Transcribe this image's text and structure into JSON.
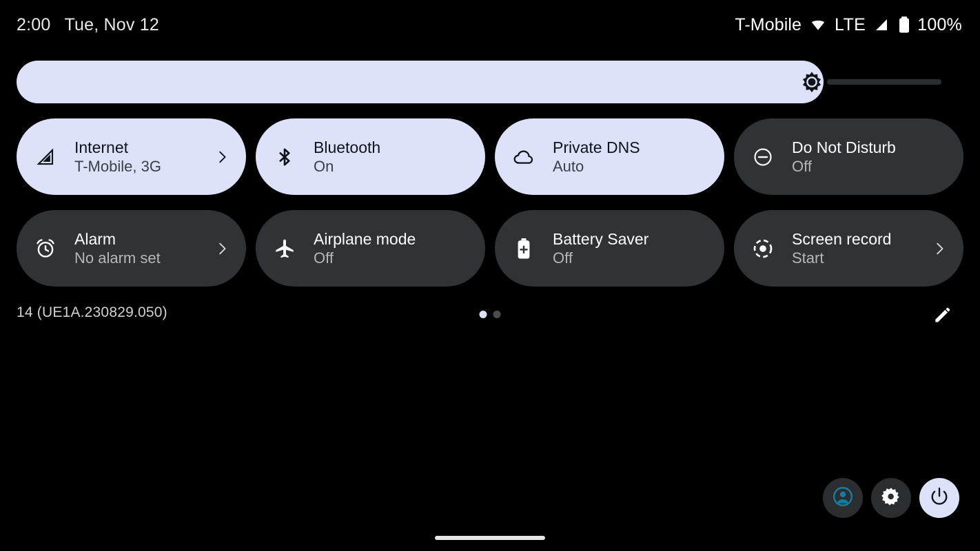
{
  "status_bar": {
    "clock": "2:00",
    "date": "Tue, Nov 12",
    "carrier": "T-Mobile",
    "network_type": "LTE",
    "battery_percent": "100%",
    "icons": [
      "wifi-icon",
      "signal-icon",
      "battery-icon"
    ]
  },
  "brightness": {
    "label": "Brightness",
    "icon": "brightness-icon",
    "value_percent": 85
  },
  "tiles": [
    {
      "title": "Internet",
      "subtitle": "T-Mobile, 3G",
      "icon": "signal-cellular-icon",
      "state": "active",
      "has_chevron": true
    },
    {
      "title": "Bluetooth",
      "subtitle": "On",
      "icon": "bluetooth-icon",
      "state": "active",
      "has_chevron": false
    },
    {
      "title": "Private DNS",
      "subtitle": "Auto",
      "icon": "cloud-icon",
      "state": "active",
      "has_chevron": false
    },
    {
      "title": "Do Not Disturb",
      "subtitle": "Off",
      "icon": "do-not-disturb-icon",
      "state": "inactive",
      "has_chevron": false
    },
    {
      "title": "Alarm",
      "subtitle": "No alarm set",
      "icon": "alarm-clock-icon",
      "state": "inactive",
      "has_chevron": true
    },
    {
      "title": "Airplane mode",
      "subtitle": "Off",
      "icon": "airplane-icon",
      "state": "inactive",
      "has_chevron": false
    },
    {
      "title": "Battery Saver",
      "subtitle": "Off",
      "icon": "battery-saver-icon",
      "state": "inactive",
      "has_chevron": false
    },
    {
      "title": "Screen record",
      "subtitle": "Start",
      "icon": "screen-record-icon",
      "state": "inactive",
      "has_chevron": true
    }
  ],
  "tiles_footer": {
    "build_label": "14 (UE1A.230829.050)",
    "pages": {
      "count": 2,
      "active_index": 0
    },
    "edit_icon": "pencil-icon"
  },
  "bottom_actions": [
    {
      "name": "user-switcher",
      "icon": "account-circle-icon",
      "style": "dark"
    },
    {
      "name": "settings",
      "icon": "gear-icon",
      "style": "dark"
    },
    {
      "name": "power",
      "icon": "power-icon",
      "style": "light"
    }
  ],
  "home_bar": {
    "name": "home-gesture-bar"
  },
  "colors": {
    "background": "#000000",
    "tile_active_bg": "#dde1fa",
    "tile_inactive_bg": "#303336",
    "accent_user_icon": "#1a7a9e"
  }
}
